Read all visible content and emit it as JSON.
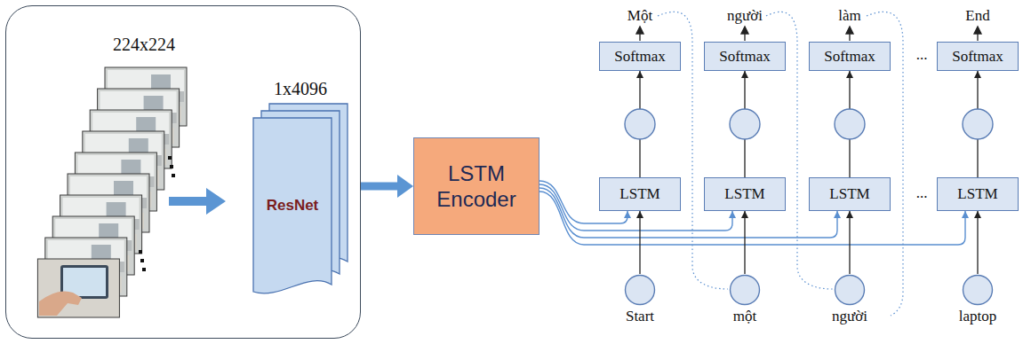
{
  "diagram": {
    "nodes": [
      {
        "text": [
          "224x224"
        ]
      },
      {
        "text": [
          "1x4096",
          "ResNet"
        ],
        "in": 0
      },
      {
        "text": [
          "LSTM Encoder"
        ]
      },
      {
        "text": [
          "Softmax"
        ]
      },
      {
        "text": [
          "Softmax"
        ]
      },
      {
        "text": [
          "Softmax"
        ]
      },
      {
        "text": [
          "Softmax"
        ]
      },
      {
        "text": [
          "LSTM"
        ]
      },
      {
        "text": [
          "LSTM"
        ]
      },
      {
        "text": [
          "LSTM"
        ]
      },
      {
        "text": [
          "LSTM"
        ]
      },
      {
        "text": [
          "Start"
        ]
      },
      {
        "text": [
          "một"
        ]
      },
      {
        "text": [
          "người"
        ]
      },
      {
        "text": [
          "laptop"
        ]
      }
    ],
    "edges": [
      {
        "from": 0,
        "to": 2,
        "arrow": "to"
      },
      {
        "from": 2,
        "to": 7,
        "arrow": "to"
      },
      {
        "from": 2,
        "to": 8,
        "arrow": "to"
      },
      {
        "from": 2,
        "to": 9,
        "arrow": "to"
      },
      {
        "from": 2,
        "to": 10,
        "arrow": "to"
      },
      {
        "from": 11,
        "to": 7,
        "arrow": "to"
      },
      {
        "from": 12,
        "to": 8,
        "arrow": "to"
      },
      {
        "from": 13,
        "to": 9,
        "arrow": "to"
      },
      {
        "from": 14,
        "to": 10,
        "arrow": "to"
      },
      {
        "from": 7,
        "to": 3,
        "arrow": "to"
      },
      {
        "from": 8,
        "to": 4,
        "arrow": "to"
      },
      {
        "from": 9,
        "to": 5,
        "arrow": "to"
      },
      {
        "from": 10,
        "to": 6,
        "arrow": "to"
      }
    ],
    "labels": [
      "Một",
      "người",
      "làm",
      "End",
      "...",
      "..."
    ]
  }
}
